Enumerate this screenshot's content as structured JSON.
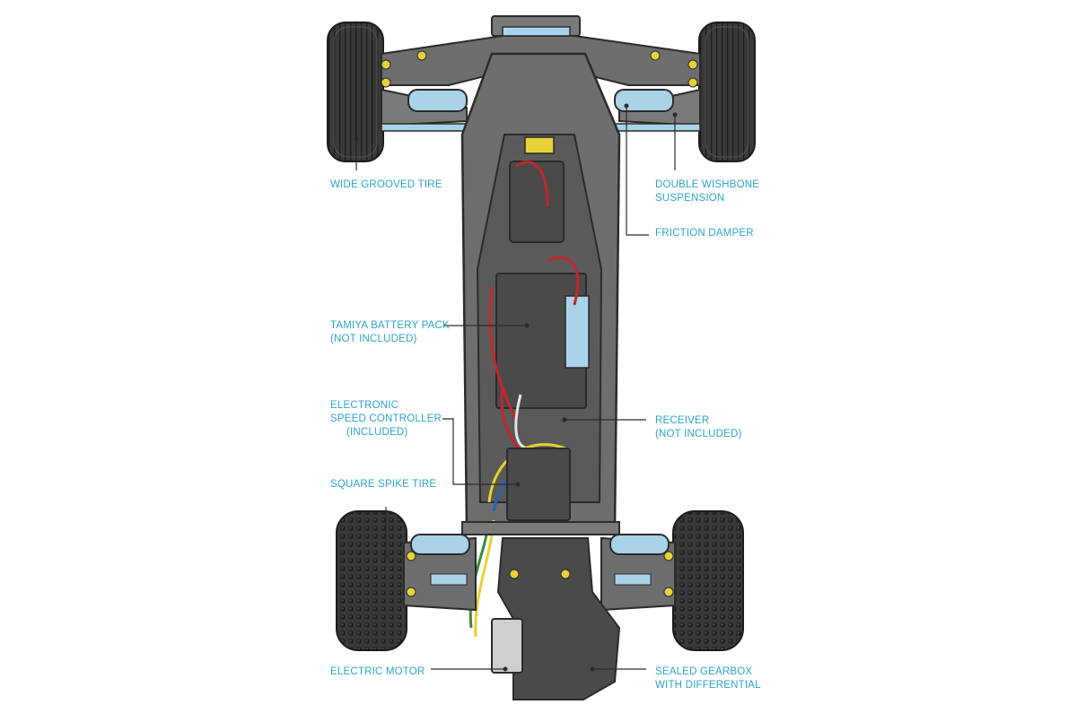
{
  "diagram": {
    "colors": {
      "label": "#2aa6c9",
      "chassis": "#6e6e6e",
      "chassis_dark": "#4a4a4a",
      "outline": "#2b2b2b",
      "tire": "#3a3a3a",
      "accent_blue": "#a9d3e8",
      "bolt_yellow": "#e8d23a",
      "wire_red": "#c0282d",
      "wire_yellow": "#e7d233",
      "wire_blue": "#2f5fb0",
      "wire_green": "#3a8a3a",
      "leader": "#2b2b2b"
    },
    "labels": {
      "wide_grooved_tire": "WIDE GROOVED TIRE",
      "double_wishbone": [
        "DOUBLE WISHBONE",
        "SUSPENSION"
      ],
      "friction_damper": "FRICTION DAMPER",
      "battery_pack": [
        "TAMIYA BATTERY PACK",
        "(NOT INCLUDED)"
      ],
      "esc": [
        "ELECTRONIC",
        "SPEED CONTROLLER",
        "(INCLUDED)"
      ],
      "receiver": [
        "RECEIVER",
        "(NOT INCLUDED)"
      ],
      "square_spike_tire": "SQUARE SPIKE TIRE",
      "electric_motor": "ELECTRIC MOTOR",
      "sealed_gearbox": [
        "SEALED GEARBOX",
        "WITH DIFFERENTIAL"
      ]
    }
  }
}
